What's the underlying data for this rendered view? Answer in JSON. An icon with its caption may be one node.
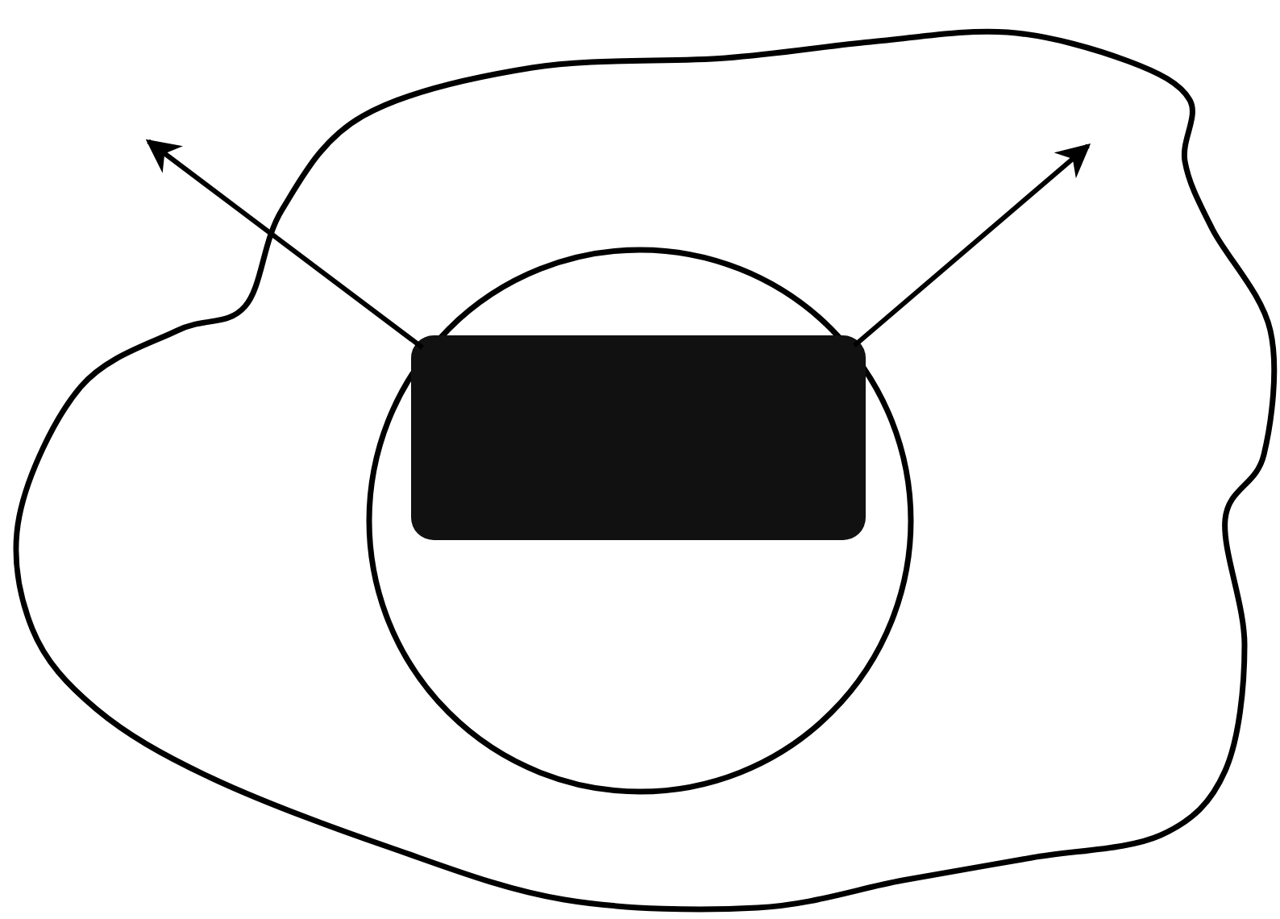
{
  "diagram": {
    "nodes": [
      {
        "text": [],
        "shape": "cloud"
      },
      {
        "text": [],
        "shape": "circle",
        "in": 0
      },
      {
        "text": [],
        "shape": "box",
        "in": 1
      }
    ],
    "edges": [
      {
        "from": 2,
        "to": null,
        "arrow": "to"
      },
      {
        "from": 2,
        "to": null,
        "arrow": "to"
      }
    ]
  }
}
